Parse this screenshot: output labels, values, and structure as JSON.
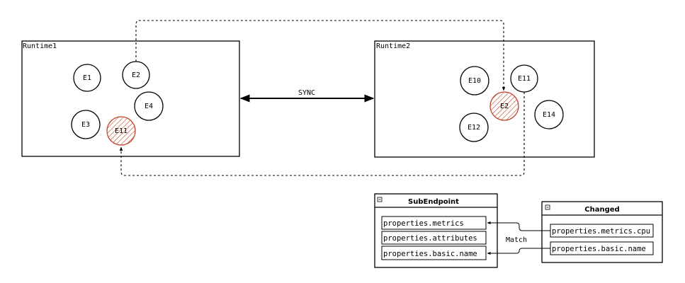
{
  "runtime1": {
    "title": "Runtime1",
    "nodes": [
      {
        "id": "e1",
        "label": "E1",
        "hatched": false
      },
      {
        "id": "e2",
        "label": "E2",
        "hatched": false
      },
      {
        "id": "e4",
        "label": "E4",
        "hatched": false
      },
      {
        "id": "e3",
        "label": "E3",
        "hatched": false
      },
      {
        "id": "e11",
        "label": "E11",
        "hatched": true
      }
    ]
  },
  "runtime2": {
    "title": "Runtime2",
    "nodes": [
      {
        "id": "e10",
        "label": "E10",
        "hatched": false
      },
      {
        "id": "e11",
        "label": "E11",
        "hatched": false
      },
      {
        "id": "e2",
        "label": "E2",
        "hatched": true
      },
      {
        "id": "e14",
        "label": "E14",
        "hatched": false
      },
      {
        "id": "e12",
        "label": "E12",
        "hatched": false
      }
    ]
  },
  "sync_label": "SYNC",
  "sub_endpoint": {
    "title": "SubEndpoint",
    "fields": [
      "properties.metrics",
      "properties.attributes",
      "properties.basic.name"
    ]
  },
  "changed": {
    "title": "Changed",
    "fields": [
      "properties.metrics.cpu",
      "properties.basic.name"
    ]
  },
  "match_label": "Match",
  "colors": {
    "hatch": "#c0452c",
    "stroke": "#000000"
  }
}
